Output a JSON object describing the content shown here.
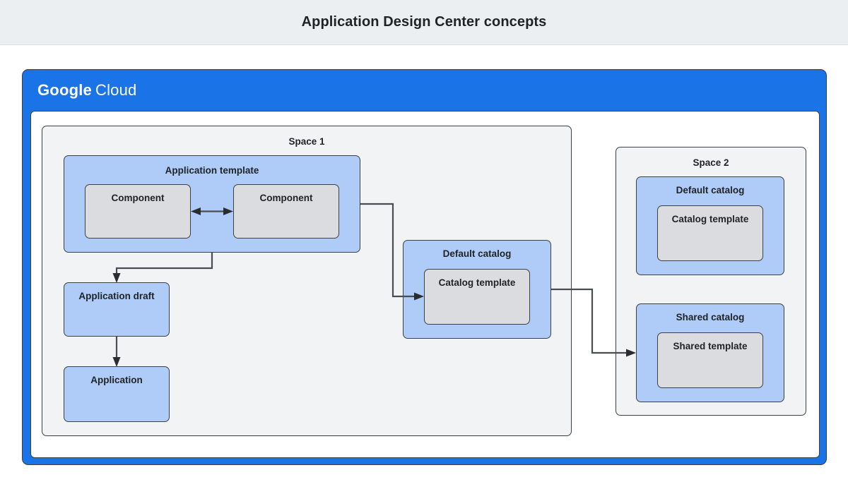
{
  "titlebar": {
    "title": "Application Design Center concepts"
  },
  "cloud": {
    "logo_primary": "Google",
    "logo_secondary": "Cloud"
  },
  "spaces": [
    {
      "id": "space1",
      "label": "Space 1"
    },
    {
      "id": "space2",
      "label": "Space 2"
    }
  ],
  "space1": {
    "label": "Space 1",
    "application_template": {
      "label": "Application template",
      "components": [
        {
          "label": "Component"
        },
        {
          "label": "Component"
        }
      ]
    },
    "application_draft": {
      "label": "Application draft"
    },
    "application": {
      "label": "Application"
    },
    "default_catalog": {
      "label": "Default catalog",
      "catalog_template": {
        "label": "Catalog template"
      }
    }
  },
  "space2": {
    "label": "Space 2",
    "default_catalog": {
      "label": "Default catalog",
      "catalog_template": {
        "label": "Catalog template"
      }
    },
    "shared_catalog": {
      "label": "Shared catalog",
      "shared_template": {
        "label": "Shared template"
      }
    }
  },
  "colors": {
    "titlebar_bg": "#eceff1",
    "cloud_blue": "#1b73e8",
    "box_blue": "#afcbf8",
    "box_gray": "#dadce0",
    "space_bg": "#f1f3f4",
    "border": "#3c4043",
    "connector": "#4a4d50",
    "text": "#1f2326"
  },
  "connectors": [
    {
      "from": "component-pair",
      "kind": "bidirectional"
    },
    {
      "from": "application-template",
      "to": "application-draft",
      "kind": "arrow"
    },
    {
      "from": "application-draft",
      "to": "application",
      "kind": "arrow"
    },
    {
      "from": "application-template",
      "to": "catalog-template-space1",
      "kind": "arrow"
    },
    {
      "from": "default-catalog-space1",
      "to": "shared-catalog-space2",
      "kind": "arrow"
    }
  ]
}
